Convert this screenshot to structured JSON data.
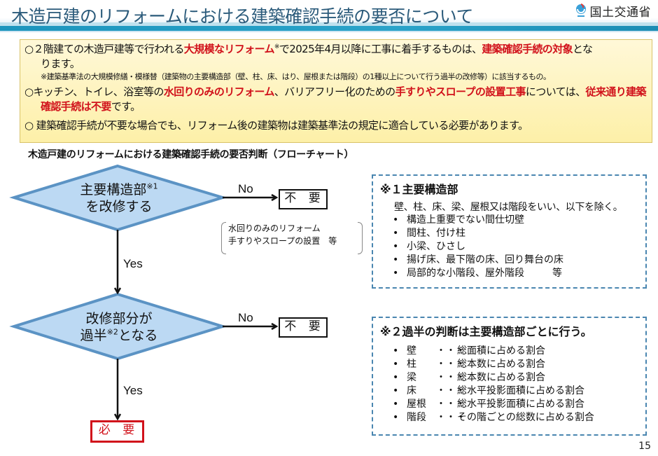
{
  "header": {
    "title": "木造戸建のリフォームにおける建築確認手続の要否について",
    "logo_text": "国土交通省",
    "logo_icon": "mlit-logo-icon"
  },
  "notice": {
    "item1": {
      "bullet": "○",
      "pre": "２階建ての木造戸建等で行われる",
      "red1": "大規模なリフォーム",
      "sup": "※",
      "mid": "で2025年4月以降に工事に着手するものは、",
      "red2": "建築確認手続の対象",
      "post": "とな",
      "cont": "ります。",
      "note": "※建築基準法の大規模修繕・模様替（建築物の主要構造部（壁、柱、床、はり、屋根または階段）の1種以上について行う過半の改修等）に該当するもの。"
    },
    "item2": {
      "bullet": "○",
      "pre": "キッチン、トイレ、浴室等の",
      "red1": "水回りのみのリフォーム",
      "mid": "、バリアフリー化のための",
      "red2": "手すりやスロープの設置工事",
      "mid2": "については、",
      "red3a": "従来通り建築",
      "red3b": "確認手続は不要",
      "post": "です。"
    },
    "item3": {
      "bullet": "○",
      "text": " 建築確認手続が不要な場合でも、リフォーム後の建築物は建築基準法の規定に適合している必要があります。"
    }
  },
  "flowchart": {
    "title": "木造戸建のリフォームにおける建築確認手続の要否判断（フローチャート）",
    "decision1": {
      "line1": "主要構造部",
      "sup": "※1",
      "line2": "を改修する"
    },
    "decision2": {
      "line1": "改修部分が",
      "line2a": "過半",
      "sup": "※2",
      "line2b": "となる"
    },
    "no_label": "No",
    "yes_label": "Yes",
    "result_unneeded": "不 要",
    "result_needed": "必 要",
    "note_line1": "水回りのみのリフォーム",
    "note_line2": "手すりやスロープの設置　等",
    "colors": {
      "diamond_fill": "#bcd9f3",
      "diamond_stroke": "#5b93c4",
      "needed": "#d1121b"
    }
  },
  "definition1": {
    "heading": "※１主要構造部",
    "intro": "壁、柱、床、梁、屋根又は階段をいい、以下を除く。",
    "items": [
      "構造上重要でない間仕切壁",
      "間柱、付け柱",
      "小梁、ひさし",
      "揚げ床、最下階の床、回り舞台の床",
      "局部的な小階段、屋外階段"
    ],
    "suffix": "等"
  },
  "definition2": {
    "heading": "※２過半の判断は主要構造部ごとに行う。",
    "separator": "・・・",
    "items": [
      {
        "term": "壁",
        "desc": "総面積に占める割合"
      },
      {
        "term": "柱",
        "desc": "総本数に占める割合"
      },
      {
        "term": "梁",
        "desc": "総本数に占める割合"
      },
      {
        "term": "床",
        "desc": "総水平投影面積に占める割合"
      },
      {
        "term": "屋根",
        "desc": "総水平投影面積に占める割合"
      },
      {
        "term": "階段",
        "desc": "その階ごとの総数に占める割合"
      }
    ]
  },
  "page_number": "15"
}
